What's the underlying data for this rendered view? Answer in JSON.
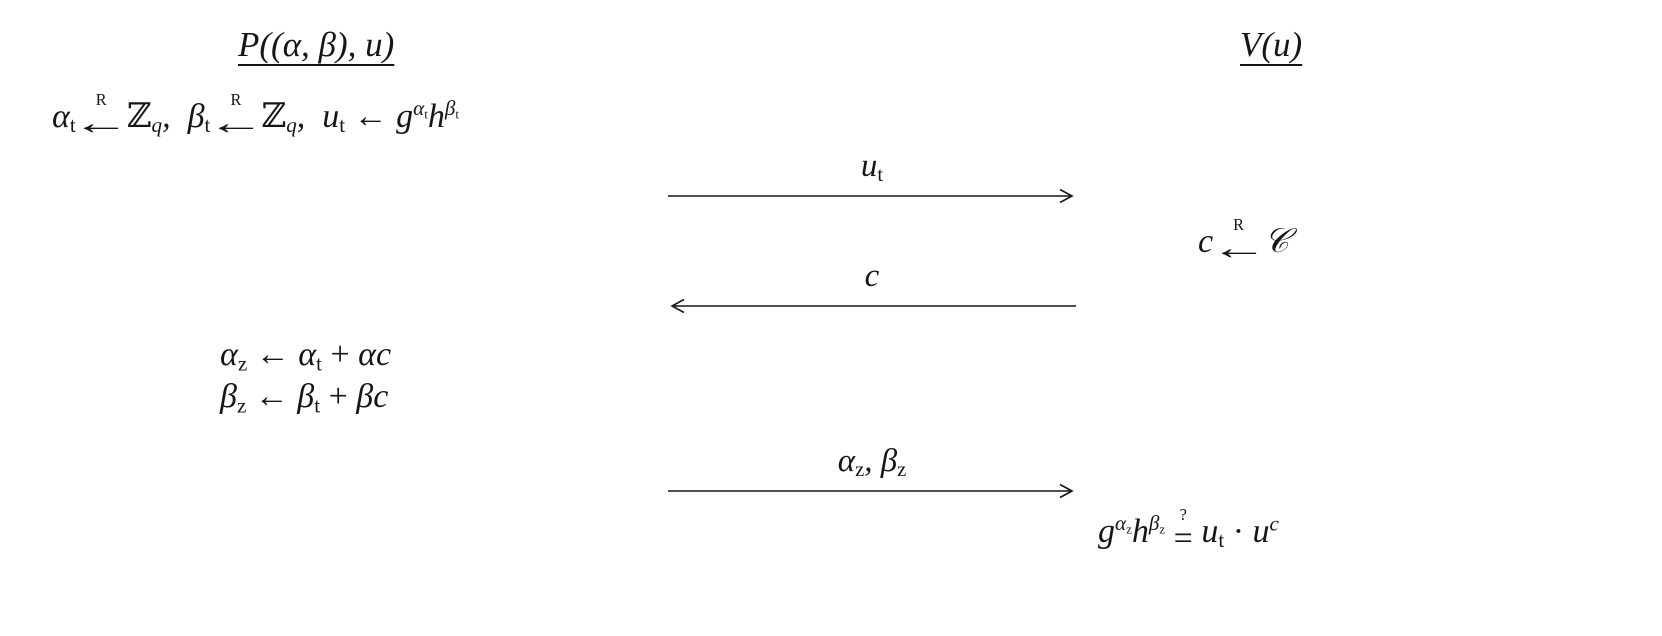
{
  "diagram": {
    "background": "#ffffff",
    "ink": "#161616",
    "prover": {
      "title": "P((α, β), u)",
      "commit": [
        [
          "i",
          "α"
        ],
        [
          "sub",
          [
            [
              "r",
              "t"
            ]
          ]
        ],
        [
          "r",
          " "
        ],
        [
          "stack",
          [
            [
              [
                "r",
                "R"
              ]
            ],
            [
              [
                "r",
                "←"
              ]
            ]
          ],
          "wide"
        ],
        [
          "r",
          " "
        ],
        [
          "r",
          "ℤ"
        ],
        [
          "sub",
          [
            [
              "i",
              "q"
            ]
          ]
        ],
        [
          "i",
          ","
        ],
        [
          "r",
          "  "
        ],
        [
          "i",
          "β"
        ],
        [
          "sub",
          [
            [
              "r",
              "t"
            ]
          ]
        ],
        [
          "r",
          " "
        ],
        [
          "stack",
          [
            [
              [
                "r",
                "R"
              ]
            ],
            [
              [
                "r",
                "←"
              ]
            ]
          ],
          "wide"
        ],
        [
          "r",
          " "
        ],
        [
          "r",
          "ℤ"
        ],
        [
          "sub",
          [
            [
              "i",
              "q"
            ]
          ]
        ],
        [
          "i",
          ","
        ],
        [
          "r",
          "  "
        ],
        [
          "i",
          "u"
        ],
        [
          "sub",
          [
            [
              "r",
              "t"
            ]
          ]
        ],
        [
          "r",
          " ← "
        ],
        [
          "i",
          "g"
        ],
        [
          "sup",
          [
            [
              "i",
              "α"
            ],
            [
              "sub",
              [
                [
                  "r",
                  "t"
                ]
              ]
            ]
          ]
        ],
        [
          "i",
          "h"
        ],
        [
          "sup",
          [
            [
              "i",
              "β"
            ],
            [
              "sub",
              [
                [
                  "r",
                  "t"
                ]
              ]
            ]
          ]
        ]
      ],
      "responses": [
        [
          [
            "i",
            "α"
          ],
          [
            "sub",
            [
              [
                "r",
                "z"
              ]
            ]
          ],
          [
            "r",
            " ← "
          ],
          [
            "i",
            "α"
          ],
          [
            "sub",
            [
              [
                "r",
                "t"
              ]
            ]
          ],
          [
            "r",
            " + "
          ],
          [
            "i",
            "αc"
          ]
        ],
        [
          [
            "i",
            "β"
          ],
          [
            "sub",
            [
              [
                "r",
                "z"
              ]
            ]
          ],
          [
            "r",
            " ← "
          ],
          [
            "i",
            "β"
          ],
          [
            "sub",
            [
              [
                "r",
                "t"
              ]
            ]
          ],
          [
            "r",
            " + "
          ],
          [
            "i",
            "βc"
          ]
        ]
      ]
    },
    "verifier": {
      "title": "V(u)",
      "challenge": [
        [
          "i",
          "c"
        ],
        [
          "r",
          " "
        ],
        [
          "stack",
          [
            [
              [
                "r",
                "R"
              ]
            ],
            [
              [
                "r",
                "←"
              ]
            ]
          ],
          "wide"
        ],
        [
          "r",
          " "
        ],
        [
          "i",
          "𝒞"
        ]
      ],
      "check": [
        [
          "i",
          "g"
        ],
        [
          "sup",
          [
            [
              "i",
              "α"
            ],
            [
              "sub",
              [
                [
                  "r",
                  "z"
                ]
              ]
            ]
          ]
        ],
        [
          "i",
          "h"
        ],
        [
          "sup",
          [
            [
              "i",
              "β"
            ],
            [
              "sub",
              [
                [
                  "r",
                  "z"
                ]
              ]
            ]
          ]
        ],
        [
          "r",
          " "
        ],
        [
          "stack",
          [
            [
              [
                "r",
                "?"
              ]
            ],
            [
              [
                "r",
                "="
              ]
            ]
          ]
        ],
        [
          "r",
          " "
        ],
        [
          "i",
          "u"
        ],
        [
          "sub",
          [
            [
              "r",
              "t"
            ]
          ]
        ],
        [
          "r",
          " · "
        ],
        [
          "i",
          "u"
        ],
        [
          "sup",
          [
            [
              "i",
              "c"
            ]
          ]
        ]
      ]
    },
    "messages": [
      {
        "direction": "right",
        "label": [
          [
            "i",
            "u"
          ],
          [
            "sub",
            [
              [
                "r",
                "t"
              ]
            ]
          ]
        ]
      },
      {
        "direction": "left",
        "label": [
          [
            "i",
            "c"
          ]
        ]
      },
      {
        "direction": "right",
        "label": [
          [
            "i",
            "α"
          ],
          [
            "sub",
            [
              [
                "r",
                "z"
              ]
            ]
          ],
          [
            "i",
            ", "
          ],
          [
            "i",
            "β"
          ],
          [
            "sub",
            [
              [
                "r",
                "z"
              ]
            ]
          ]
        ]
      }
    ]
  }
}
